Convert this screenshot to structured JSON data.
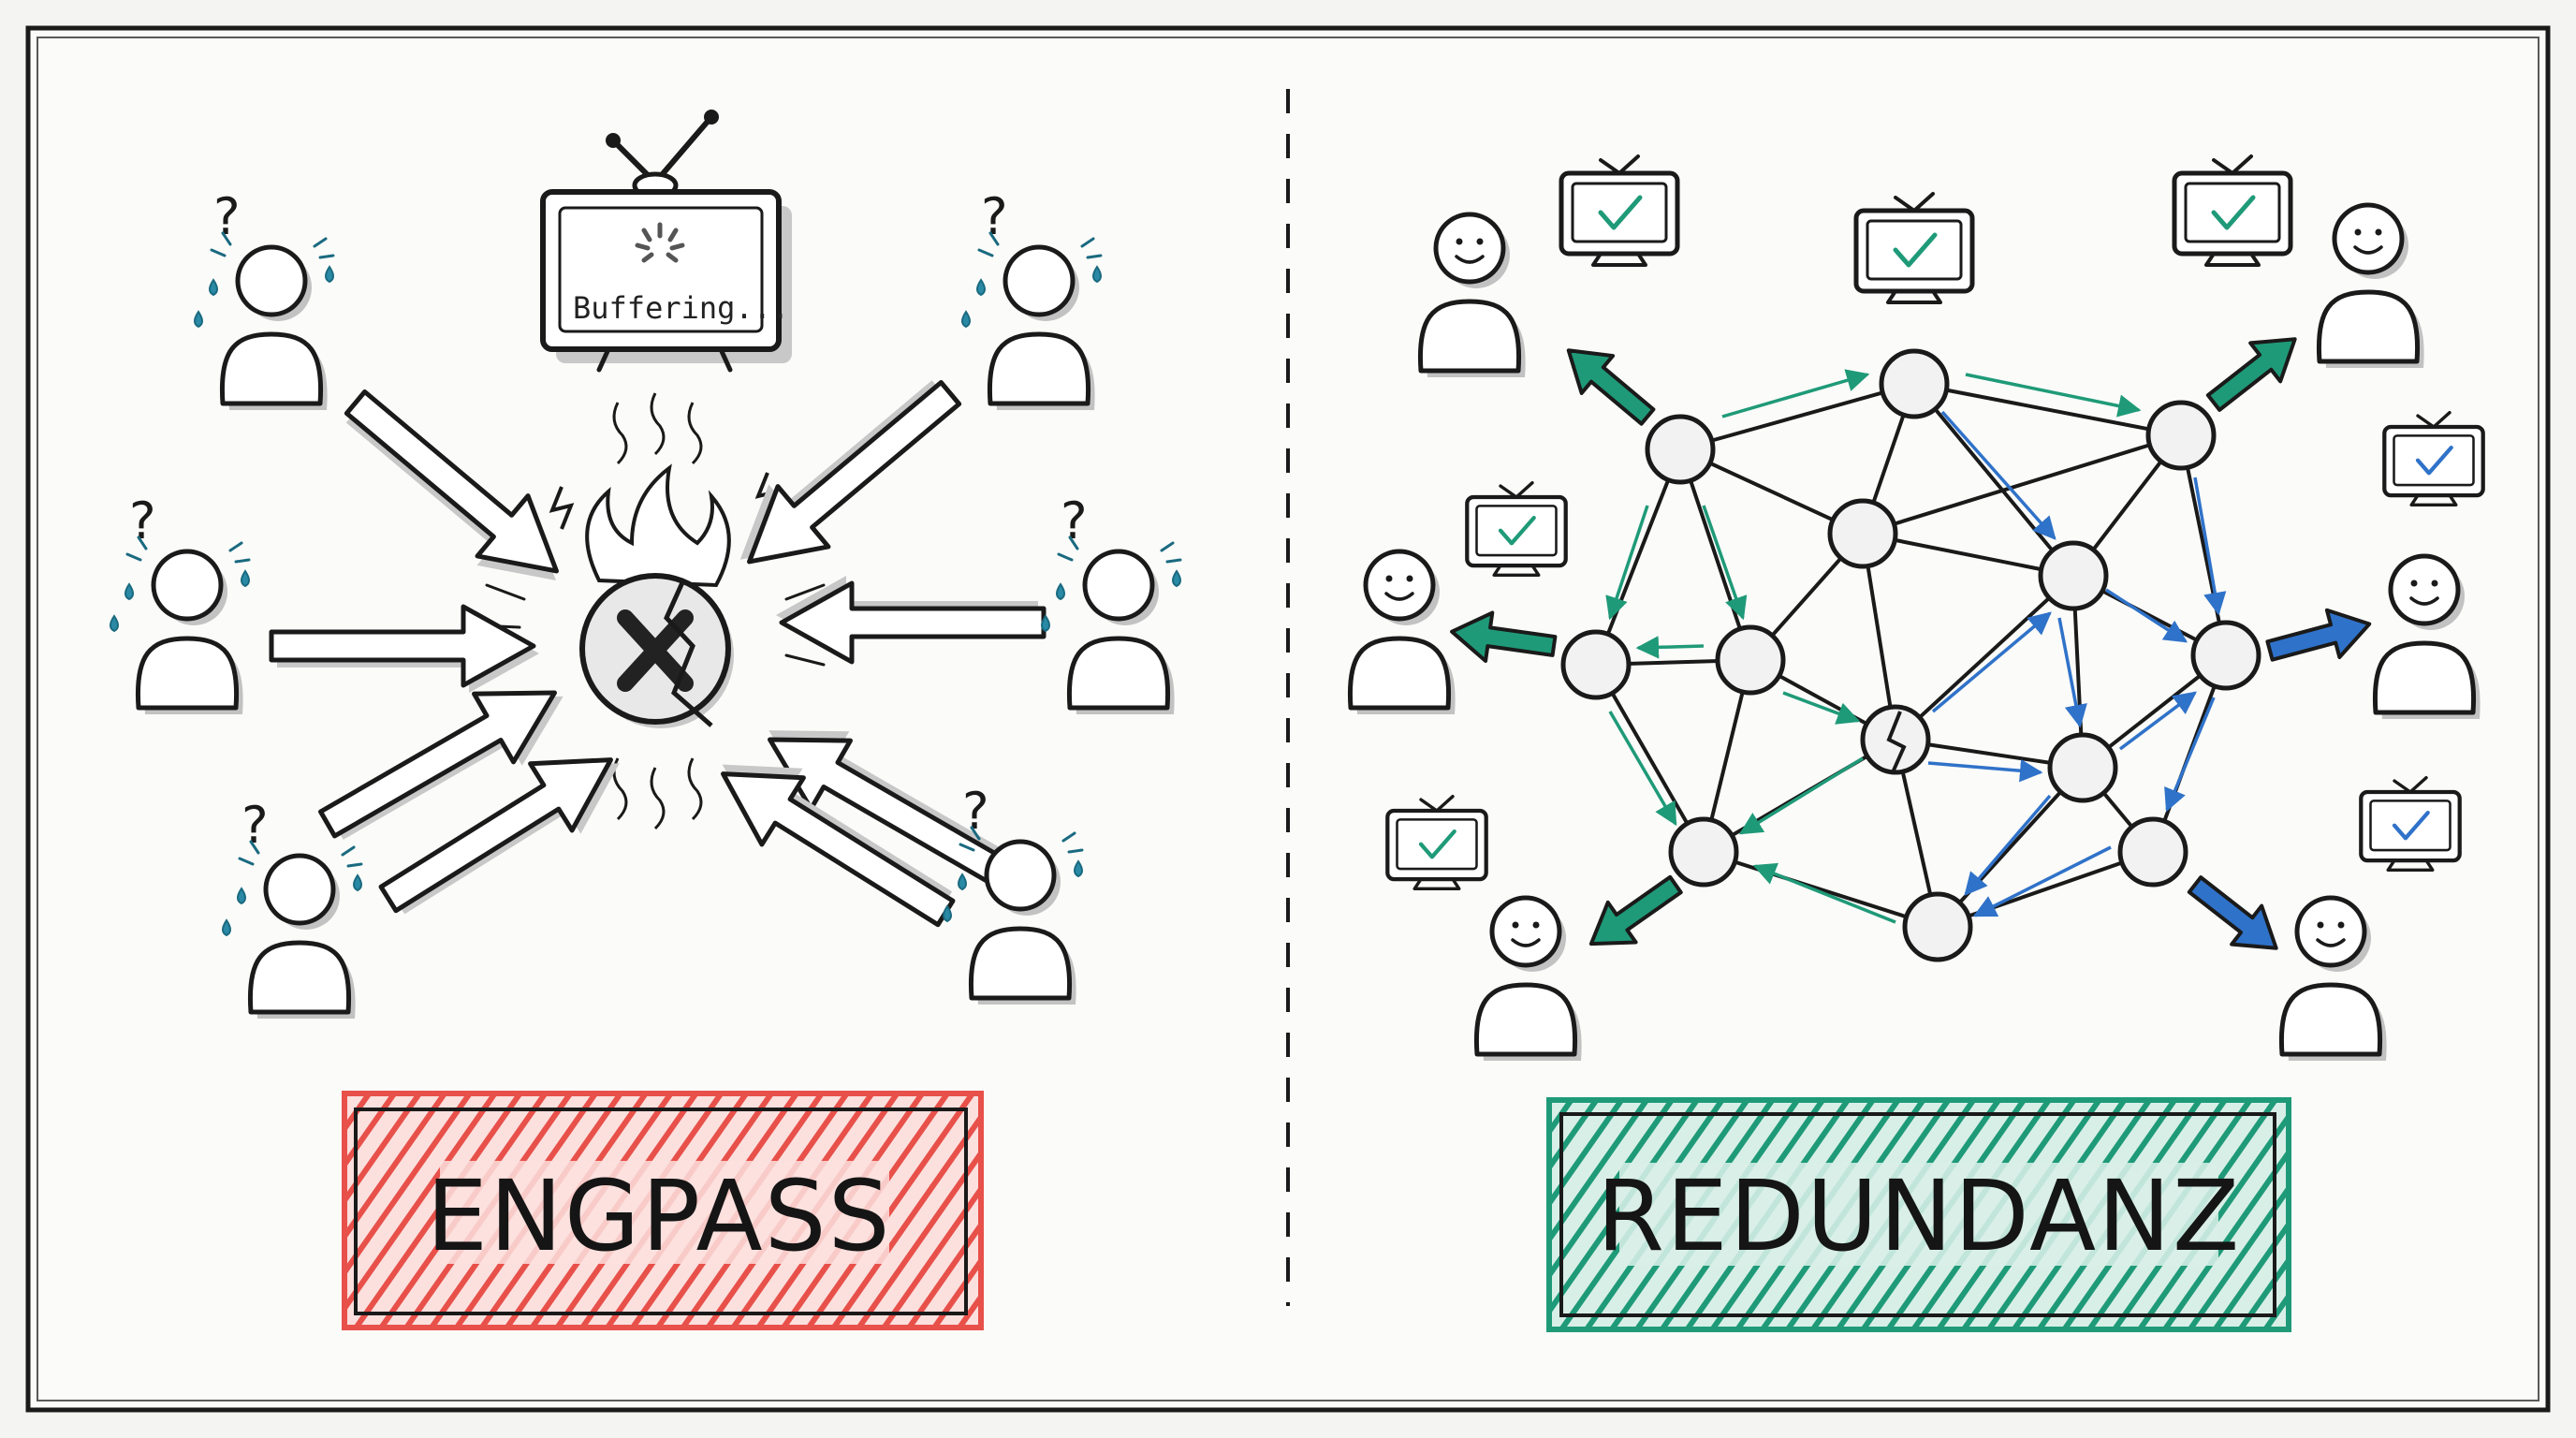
{
  "left_panel": {
    "label": "ENGPASS",
    "label_color": "#e8504a",
    "tv_status": "Buffering...",
    "question_mark": "?"
  },
  "right_panel": {
    "label": "REDUNDANZ",
    "label_color": "#1f9a78",
    "tv_status_icon": "checkmark-icon"
  },
  "colors": {
    "ink": "#1a1a1a",
    "paper": "#fbfbf9",
    "teal": "#1f9a78",
    "blue": "#2f72c9",
    "red": "#e8504a",
    "tear": "#2a8aa6",
    "shadow": "#c9c9c9"
  }
}
